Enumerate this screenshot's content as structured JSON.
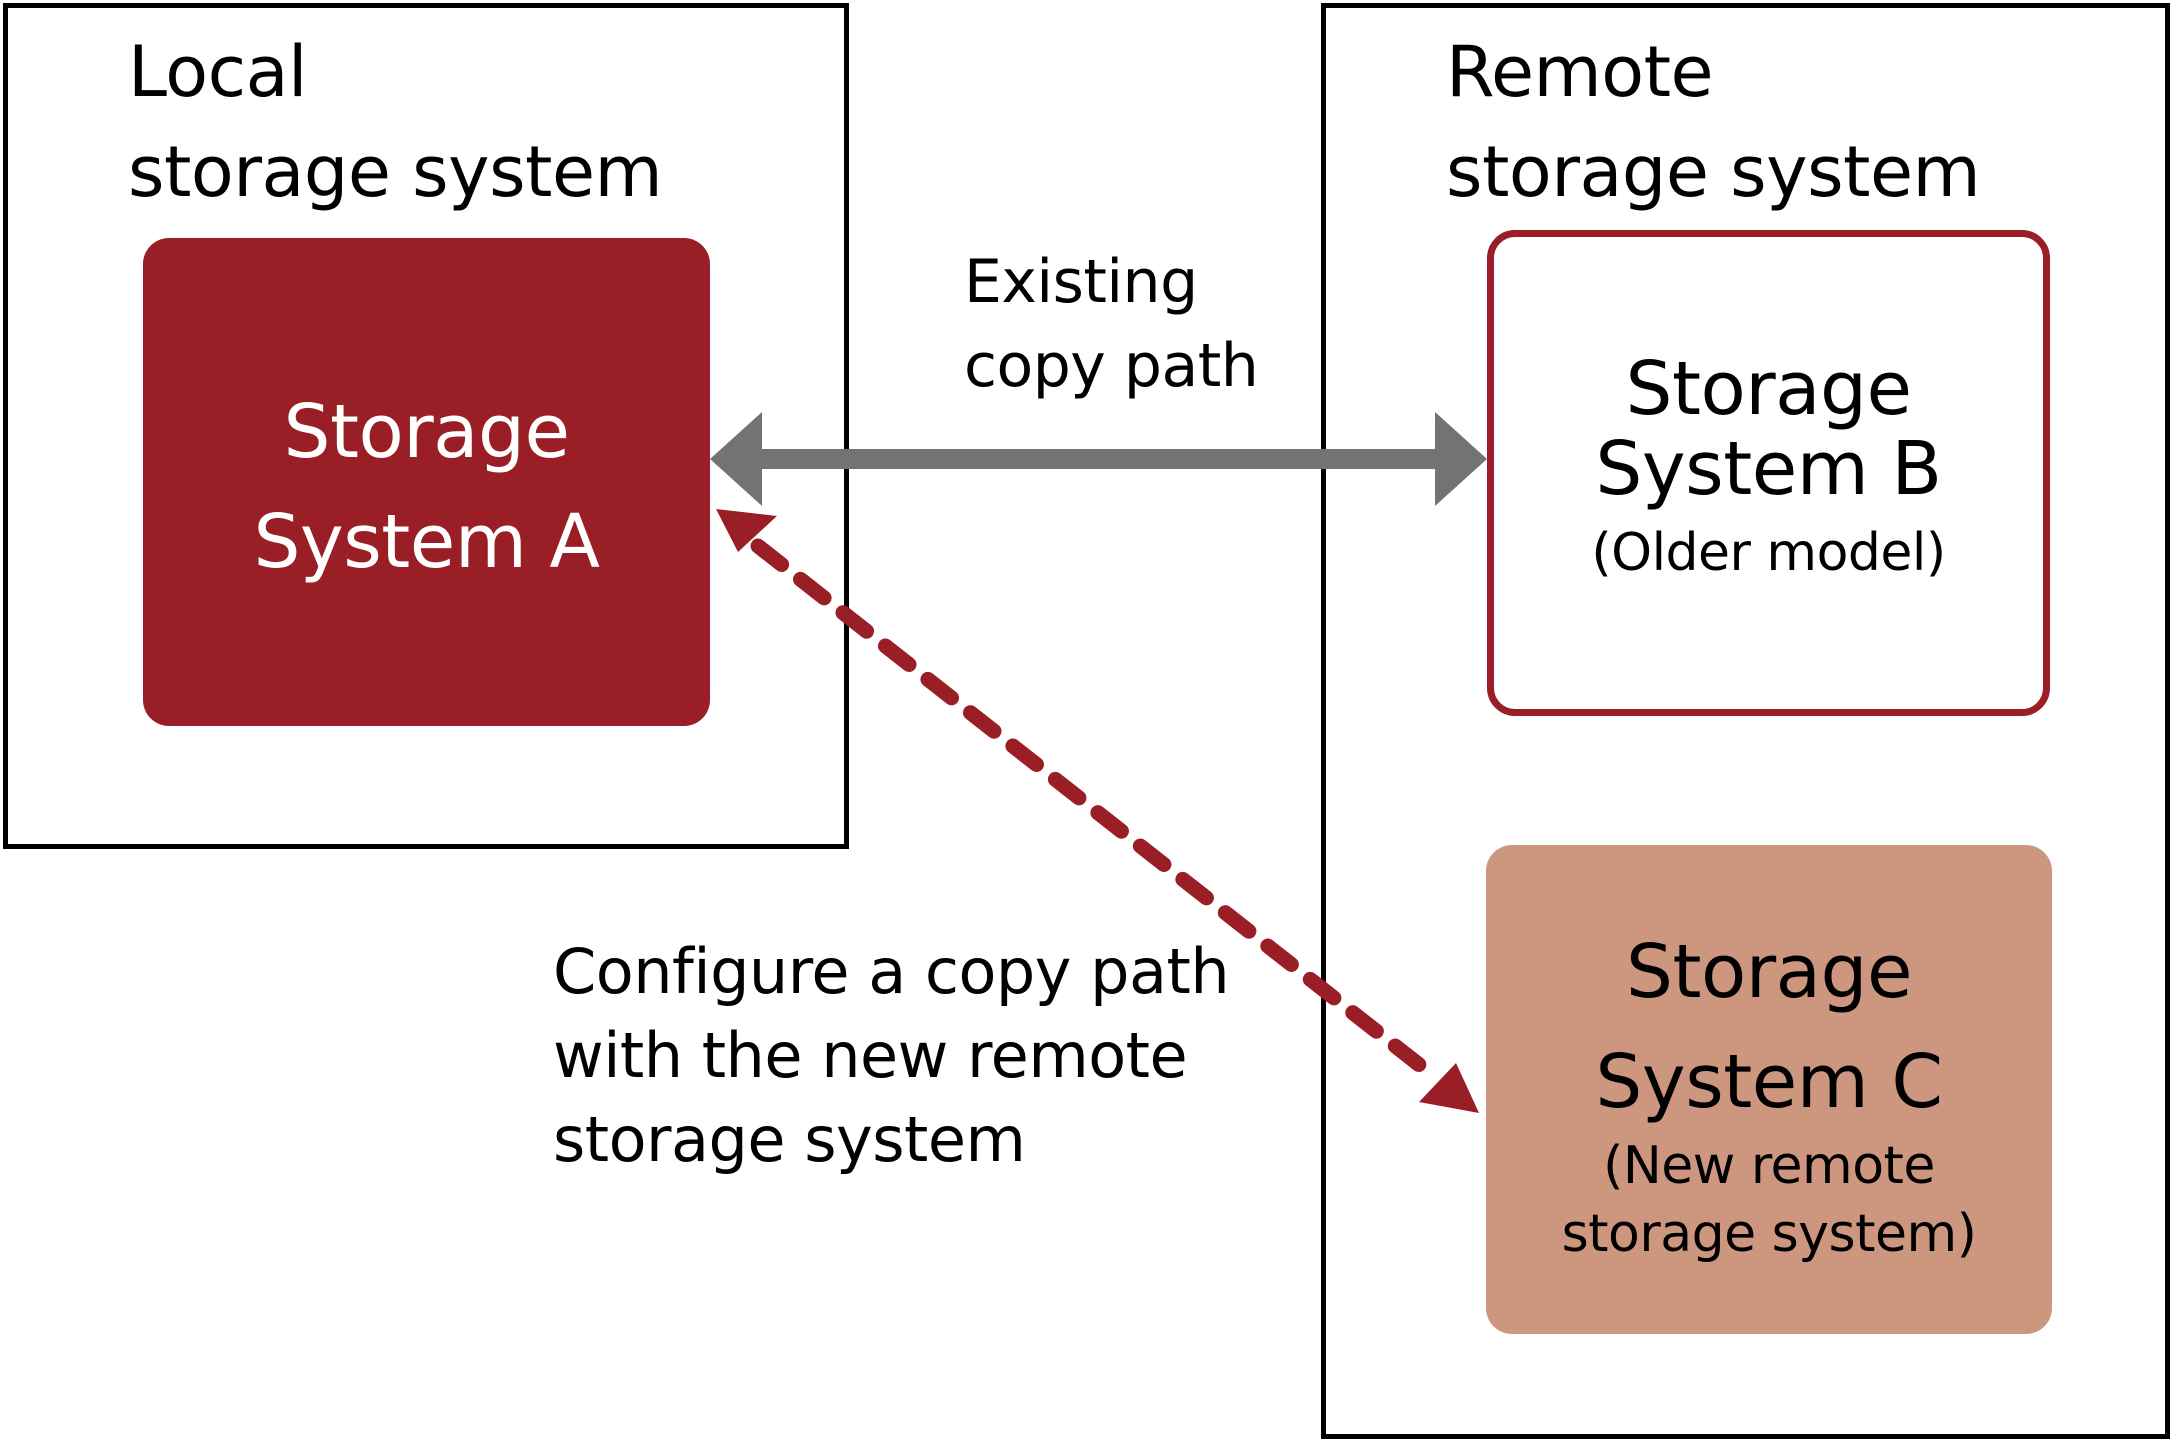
{
  "colors": {
    "dark_red": "#9a1e25",
    "tan": "#cc967f",
    "gray_arrow": "#737373",
    "border": "#000000"
  },
  "local": {
    "title_line1": "Local",
    "title_line2": "storage system",
    "node": {
      "name_line1": "Storage",
      "name_line2": "System A"
    }
  },
  "remote": {
    "title_line1": "Remote",
    "title_line2": "storage system",
    "node_b": {
      "name_line1": "Storage",
      "name_line2": "System B",
      "note": "(Older model)"
    },
    "node_c": {
      "name_line1": "Storage",
      "name_line2": "System C",
      "note_line1": "(New remote",
      "note_line2": "storage system)"
    }
  },
  "connections": {
    "existing": {
      "label_line1": "Existing",
      "label_line2": "copy path",
      "style": "solid",
      "direction": "bidirectional",
      "from": "Storage System A",
      "to": "Storage System B"
    },
    "new": {
      "label_line1": "Configure a copy path",
      "label_line2": "with the new remote",
      "label_line3": "storage system",
      "style": "dashed",
      "direction": "bidirectional",
      "from": "Storage System A",
      "to": "Storage System C"
    }
  }
}
